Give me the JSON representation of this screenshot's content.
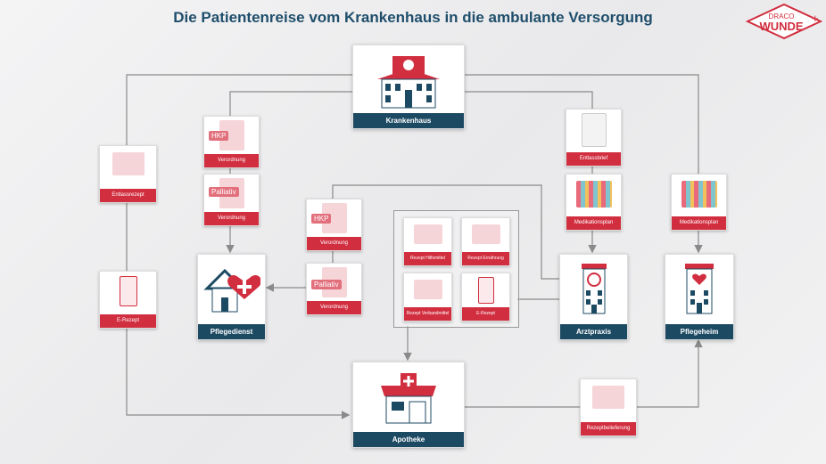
{
  "title": "Die Patientenreise vom Krankenhaus in die ambulante Versorgung",
  "logo": {
    "line1": "DRACO",
    "line2": "WUNDE",
    "mark": "+"
  },
  "nodes": {
    "krankenhaus": "Krankenhaus",
    "pflegedienst": "Pflegedienst",
    "arztpraxis": "Arztpraxis",
    "pflegeheim": "Pflegeheim",
    "apotheke": "Apotheke"
  },
  "cards": {
    "entlassrezept": "Entlassrezept",
    "hkp_verordnung": "Verordnung",
    "hkp_tag": "HKP",
    "palliativ_verordnung": "Verordnung",
    "palliativ_tag": "Palliativ",
    "hkp2_verordnung": "Verordnung",
    "palliativ2_verordnung": "Verordnung",
    "erezept_left": "E-Rezept",
    "entlassbrief": "Entlassbrief",
    "medikationsplan1": "Medikationsplan",
    "medikationsplan2": "Medikationsplan",
    "rezeptbelieferung": "Rezeptbelieferung"
  },
  "group": [
    "Rezept Hilfsmittel",
    "Rezept Ernährung",
    "Rezept Verbandmittel",
    "E-Rezept"
  ],
  "colors": {
    "navy": "#1d4a63",
    "red": "#d12e3f",
    "line": "#8a8a8a"
  }
}
